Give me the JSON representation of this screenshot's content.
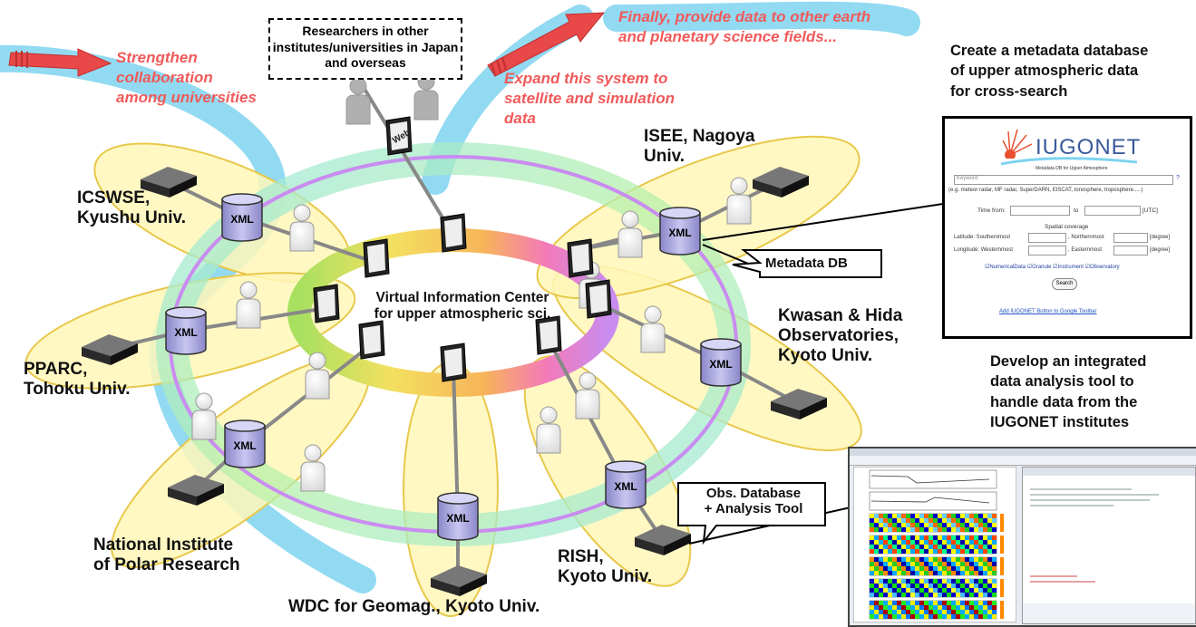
{
  "institutes": {
    "icswse": "ICSWSE,\nKyushu Univ.",
    "pparc": "PPARC,\nTohoku Univ.",
    "nipr": "National Institute\nof Polar Research",
    "wdc": "WDC for Geomag., Kyoto Univ.",
    "rish": "RISH,\nKyoto Univ.",
    "kwasan": "Kwasan & Hida\nObservatories,\nKyoto Univ.",
    "isee": "ISEE, Nagoya\nUniv."
  },
  "arrows": {
    "strengthen": "Strengthen\ncollaboration\namong universities",
    "expand": "Expand this system to\nsatellite and simulation\ndata",
    "finally": "Finally, provide data to other earth\nand planetary science fields..."
  },
  "researchers_box": "Researchers in other\ninstitutes/universities\nin Japan and overseas",
  "center_label": "Virtual Information Center\nfor upper atmospheric sci.",
  "web_label": "Web",
  "xml_label": "XML",
  "metadata_db_label": "Metadata DB",
  "obs_db_label": "Obs. Database\n+ Analysis Tool",
  "metadata_heading": "Create a metadata database\nof upper atmospheric data\nfor cross-search",
  "analysis_heading": "Develop an integrated\ndata analysis tool to\nhandle data from the\nIUGONET institutes",
  "iugonet_ui": {
    "logo": "IUGONET",
    "subtitle": "Metadata DB for Upper Atmosphere",
    "keyword_placeholder": "Keyword",
    "examples": "(e.g. meteor radar, MF radar, SuperDARN, EISCAT, Ionosphere, troposphere.....)",
    "time_from": "Time from:",
    "time_to": "to",
    "time_unit": "[UTC]",
    "spatial": "Spatial coverage",
    "latitude": "Latitude: Southernmost",
    "northernmost": ", Northernmost",
    "longitude": "Longitude: Westernmost",
    "easternmost": ", Easternmost",
    "degree": "[degree]",
    "checks": [
      "NumericalData",
      "Granule",
      "Instrument",
      "Observatory"
    ],
    "search": "Search",
    "toolbar_link": "Add IUGONET Button to Google Toolbar"
  },
  "colors": {
    "river": "#7fd3f0",
    "ring": "#c98cf0",
    "petal": "#fff7b8",
    "petal_stroke": "#e8c84a",
    "arrow": "#e84848"
  }
}
